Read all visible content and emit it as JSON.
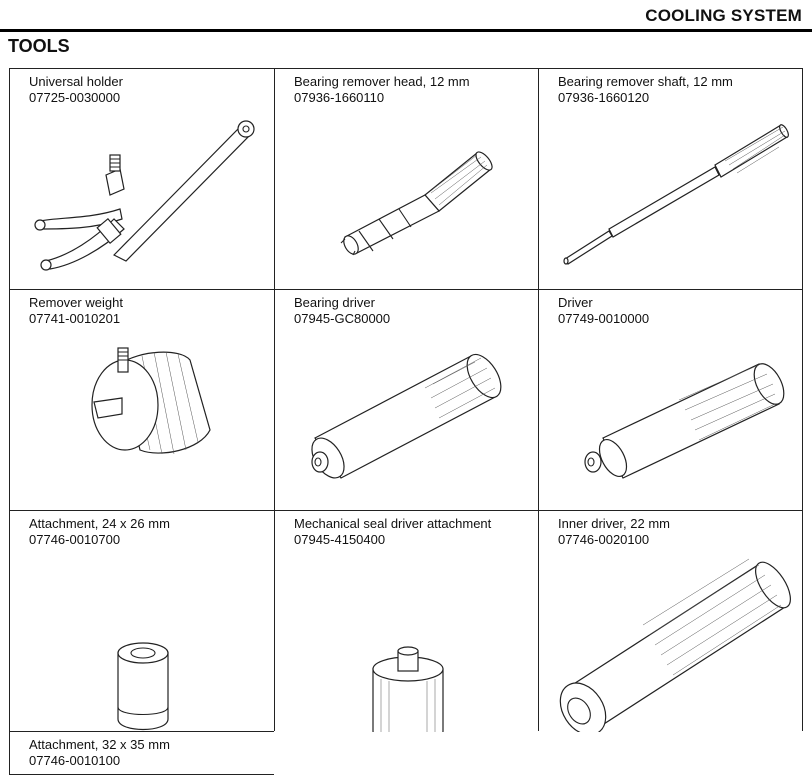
{
  "header": {
    "section": "COOLING SYSTEM",
    "heading": "TOOLS"
  },
  "tools": [
    {
      "name": "Universal holder",
      "number": "07725-0030000",
      "icon": "universal-holder-icon"
    },
    {
      "name": "Bearing remover head, 12 mm",
      "number": "07936-1660110",
      "icon": "bearing-remover-head-icon"
    },
    {
      "name": "Bearing remover shaft, 12 mm",
      "number": "07936-1660120",
      "icon": "bearing-remover-shaft-icon"
    },
    {
      "name": "Remover weight",
      "number": "07741-0010201",
      "icon": "remover-weight-icon"
    },
    {
      "name": "Bearing driver",
      "number": "07945-GC80000",
      "icon": "bearing-driver-icon"
    },
    {
      "name": "Driver",
      "number": "07749-0010000",
      "icon": "driver-icon"
    },
    {
      "name": "Attachment, 24 x 26 mm",
      "number": "07746-0010700",
      "icon": "attachment-icon"
    },
    {
      "name": "Mechanical seal driver attachment",
      "number": "07945-4150400",
      "icon": "mechanical-seal-driver-attachment-icon"
    },
    {
      "name": "Inner driver, 22 mm",
      "number": "07746-0020100",
      "icon": "inner-driver-icon"
    },
    {
      "name": "Attachment, 32 x 35 mm",
      "number": "07746-0010100",
      "icon": "attachment-icon"
    }
  ]
}
